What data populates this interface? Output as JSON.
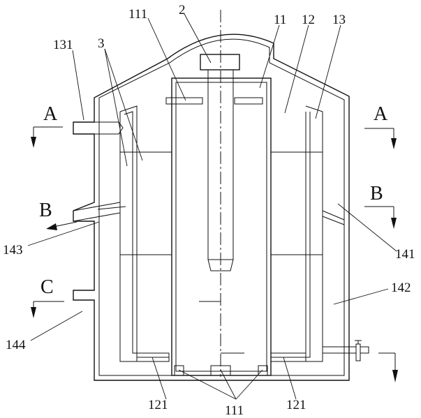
{
  "labels": {
    "n2": "2",
    "n111_top": "111",
    "n11": "11",
    "n12": "12",
    "n13": "13",
    "n131": "131",
    "n3": "3",
    "n141": "141",
    "n142": "142",
    "n143": "143",
    "n144": "144",
    "n121_left": "121",
    "n111_bottom": "111",
    "n121_right": "121"
  },
  "sections": {
    "a_left": "A",
    "a_right": "A",
    "b_left": "B",
    "b_right": "B",
    "c_left": "C"
  }
}
